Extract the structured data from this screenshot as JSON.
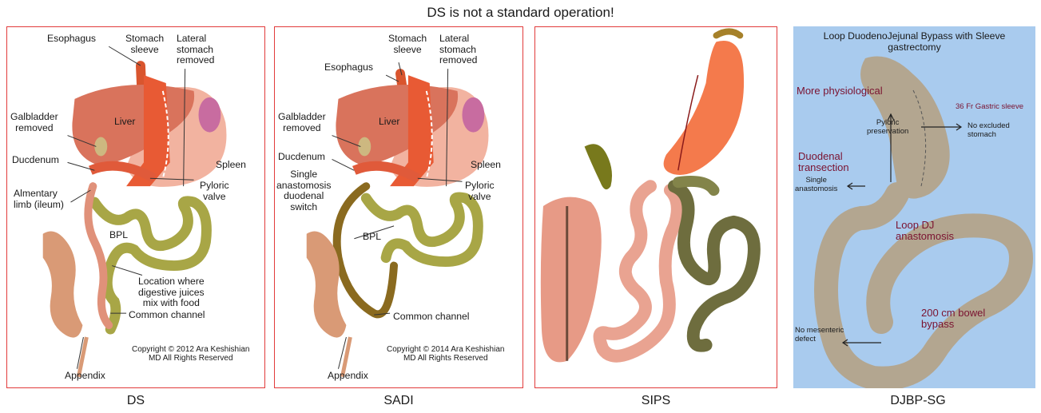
{
  "page_title": "DS is not a standard operation!",
  "ds": {
    "caption": "DS",
    "esophagus": "Esophagus",
    "stomach_sleeve": "Stomach\nsleeve",
    "lateral_stomach": "Lateral\nstomach\nremoved",
    "galbladder": "Galbladder\nremoved",
    "liver": "Liver",
    "spleen": "Spleen",
    "ducdenum": "Ducdenum",
    "pyloric_valve": "Pyloric\nvalve",
    "alimentary_limb": "Almentary\nlimb (ileum)",
    "bpl": "BPL",
    "location": "Location where\ndigestive juices\nmix with food",
    "common_channel": "Common channel",
    "copyright": "Copyright © 2012 Ara Keshishian\nMD All Rights Reserved",
    "appendix": "Appendix"
  },
  "sadi": {
    "caption": "SADI",
    "stomach_sleeve": "Stomach\nsleeve",
    "lateral_stomach": "Lateral\nstomach\nremoved",
    "esophagus": "Esophagus",
    "galbladder": "Galbladder\nremoved",
    "liver": "Liver",
    "spleen": "Spleen",
    "ducdenum": "Ducdenum",
    "single_anastomosis": "Single\nanastomosis\nduodenal\nswitch",
    "pyloric_valve": "Pyloric\nvalve",
    "bpl": "BPL",
    "common_channel": "Common channel",
    "copyright": "Copyright © 2014 Ara Keshishian\nMD All Rights Reserved",
    "appendix": "Appendix"
  },
  "sips": {
    "caption": "SIPS"
  },
  "djbp": {
    "caption": "DJBP-SG",
    "heading": "Loop DuodenoJejunal Bypass with Sleeve\ngastrectomy",
    "more_physiological": "More physiological",
    "gastric_sleeve": "36 Fr Gastric sleeve",
    "pyloric_preservation": "Pyloric\npreservation",
    "no_excluded_stomach": "No excluded\nstomach",
    "duodenal_transection": "Duodenal\ntransection",
    "single_anastomosis": "Single\nanastomosis",
    "loop_dj": "Loop DJ\nanastomosis",
    "bowel_bypass": "200 cm bowel\nbypass",
    "no_mesenteric": "No mesenteric\ndefect"
  },
  "colors": {
    "frame": "#e23b3b",
    "liver": "#d9735c",
    "stomach": "#f2b3a0",
    "bowel_olive": "#a8a646",
    "ileum": "#e0917a",
    "colon": "#d99a76",
    "djbp_bg": "#a9cbee",
    "djbp_organ": "#b3a690",
    "label_dark_red": "#7a1230"
  }
}
